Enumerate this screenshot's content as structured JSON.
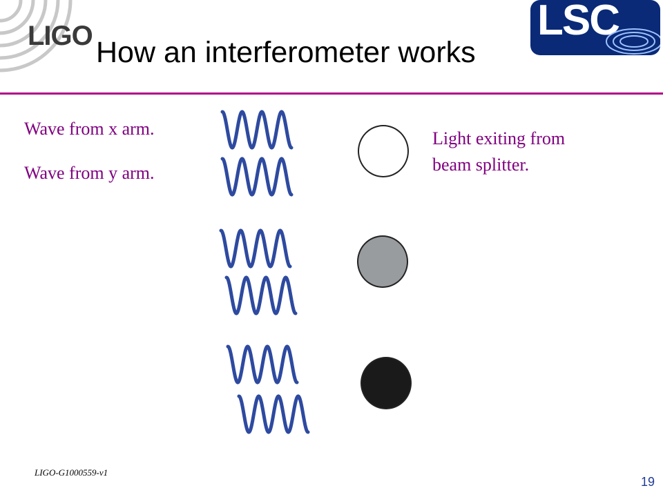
{
  "header": {
    "logo_text": "LIGO",
    "title": "How an interferometer works",
    "lsc_logo_text": "LSC"
  },
  "labels": {
    "wave_x": "Wave from x arm.",
    "wave_y": "Wave from y arm.",
    "light_exit_line1": "Light exiting from",
    "light_exit_line2": "beam splitter."
  },
  "rows": [
    {
      "interference": "constructive",
      "output_color": "#ffffff"
    },
    {
      "interference": "partial",
      "output_color": "#999c9e"
    },
    {
      "interference": "destructive",
      "output_color": "#1a1a1a"
    }
  ],
  "footer": {
    "doc_id": "LIGO-G1000559-v1",
    "page_number": "19"
  },
  "colors": {
    "accent_rule": "#b3008a",
    "label_text": "#800080",
    "wave_stroke": "#2e4aa0",
    "lsc_background": "#0a2a78",
    "page_number": "#1f3a93"
  }
}
